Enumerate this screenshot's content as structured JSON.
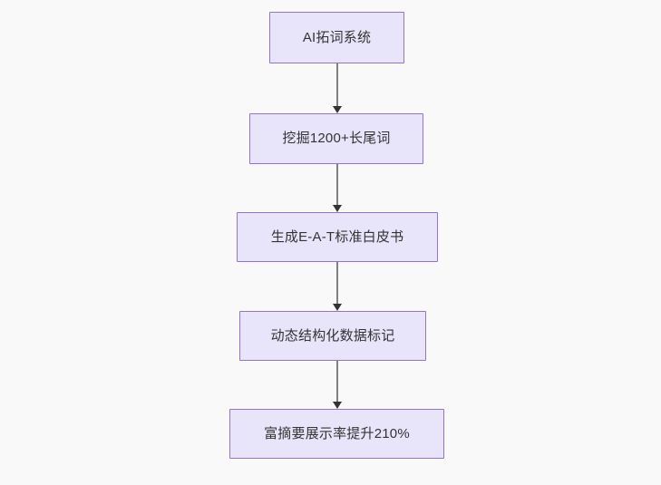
{
  "diagram": {
    "type": "flowchart",
    "orientation": "top-to-bottom",
    "background_color": "#faf9fa",
    "node_fill_color": "#e8e5fb",
    "node_border_color": "#9673c8",
    "node_text_color": "#333333",
    "connector_color": "#808080",
    "arrowhead_color": "#333333",
    "nodes": [
      {
        "id": "n1",
        "label": "AI拓词系统"
      },
      {
        "id": "n2",
        "label": "挖掘1200+长尾词"
      },
      {
        "id": "n3",
        "label": "生成E-A-T标准白皮书"
      },
      {
        "id": "n4",
        "label": "动态结构化数据标记"
      },
      {
        "id": "n5",
        "label": "富摘要展示率提升210%"
      }
    ],
    "edges": [
      {
        "from": "n1",
        "to": "n2",
        "label": ""
      },
      {
        "from": "n2",
        "to": "n3",
        "label": ""
      },
      {
        "from": "n3",
        "to": "n4",
        "label": ""
      },
      {
        "from": "n4",
        "to": "n5",
        "label": ""
      }
    ]
  }
}
